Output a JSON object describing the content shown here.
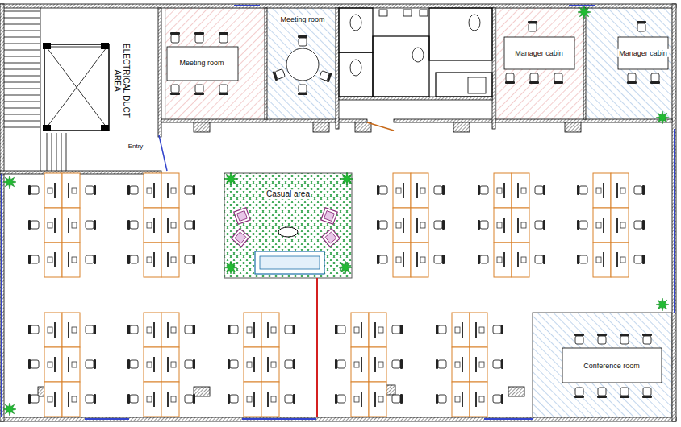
{
  "diagram": {
    "nodes": [
      {
        "text": [
          "Meeting room"
        ]
      },
      {
        "text": [
          "Meeting room"
        ]
      },
      {
        "text": [
          "Manager cabin"
        ]
      },
      {
        "text": [
          "Manager cabin"
        ]
      },
      {
        "text": [
          "Casual area"
        ]
      },
      {
        "text": [
          "Conference room"
        ]
      }
    ],
    "labels": [
      "ELECTRICAL DUCT AREA",
      "Entry"
    ]
  }
}
